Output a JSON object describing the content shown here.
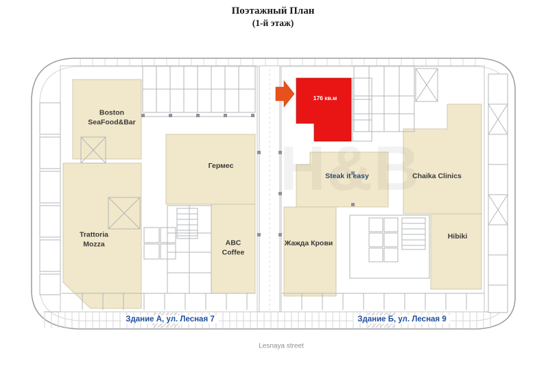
{
  "title": {
    "line1": "Поэтажный План",
    "line2": "(1-й этаж)"
  },
  "highlight": {
    "area_label": "176 кв.м",
    "fill_color": "#e91515",
    "arrow_color": "#e8521a"
  },
  "tenants": [
    {
      "label": "Boston\nSeaFood&Bar"
    },
    {
      "label": "Гермес"
    },
    {
      "label": "Trattoria\nMozza"
    },
    {
      "label": "ABC\nCoffee"
    },
    {
      "label": "Steak it easy"
    },
    {
      "label": "Жажда Крови"
    },
    {
      "label": "Chaika Clinics"
    },
    {
      "label": "Hibiki"
    }
  ],
  "buildings": [
    {
      "label": "Здание А, ул. Лесная 7"
    },
    {
      "label": "Здание Б, ул. Лесная 9"
    }
  ],
  "street_label": "Lesnaya street",
  "watermark": "H&B",
  "colors": {
    "tenant_fill": "#f1e8cb",
    "highlight_red": "#e91515",
    "caption_blue": "#1f4e9e",
    "plan_gray": "#9c9fa3"
  }
}
